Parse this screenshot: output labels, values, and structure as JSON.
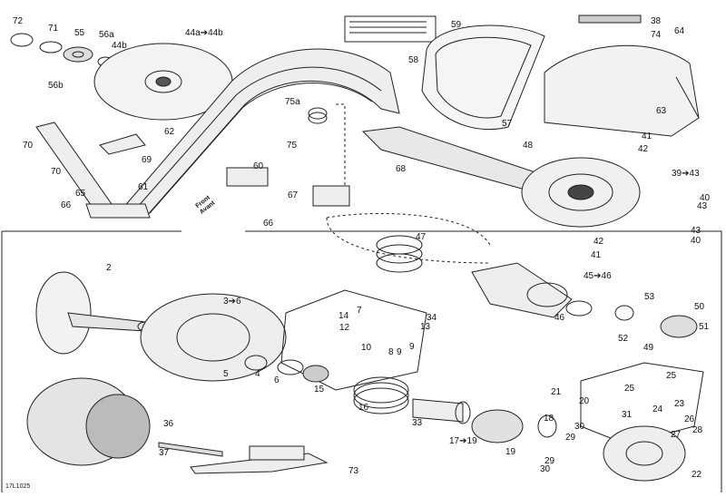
{
  "diagram_code": "17L1025",
  "front_arrow": {
    "line1": "Front",
    "line2": "Avant"
  },
  "callouts": [
    {
      "id": "c72",
      "text": "72"
    },
    {
      "id": "c71",
      "text": "71"
    },
    {
      "id": "c55",
      "text": "55"
    },
    {
      "id": "c56a",
      "text": "56a"
    },
    {
      "id": "c44b",
      "text": "44b"
    },
    {
      "id": "c56b",
      "text": "56b"
    },
    {
      "id": "c44a",
      "text": "44a➔44b"
    },
    {
      "id": "c59",
      "text": "59"
    },
    {
      "id": "c38",
      "text": "38"
    },
    {
      "id": "c74",
      "text": "74"
    },
    {
      "id": "c64",
      "text": "64"
    },
    {
      "id": "c58",
      "text": "58"
    },
    {
      "id": "c75a",
      "text": "75a"
    },
    {
      "id": "c75",
      "text": "75"
    },
    {
      "id": "c57",
      "text": "57"
    },
    {
      "id": "c63",
      "text": "63"
    },
    {
      "id": "c62",
      "text": "62"
    },
    {
      "id": "c70a",
      "text": "70"
    },
    {
      "id": "c69",
      "text": "69"
    },
    {
      "id": "c70b",
      "text": "70"
    },
    {
      "id": "c61",
      "text": "61"
    },
    {
      "id": "c60",
      "text": "60"
    },
    {
      "id": "c65",
      "text": "65"
    },
    {
      "id": "c66a",
      "text": "66"
    },
    {
      "id": "c67",
      "text": "67"
    },
    {
      "id": "c66b",
      "text": "66"
    },
    {
      "id": "c68",
      "text": "68"
    },
    {
      "id": "c48",
      "text": "48"
    },
    {
      "id": "c41a",
      "text": "41"
    },
    {
      "id": "c42a",
      "text": "42"
    },
    {
      "id": "c39",
      "text": "39➔43"
    },
    {
      "id": "c40a",
      "text": "40"
    },
    {
      "id": "c43a",
      "text": "43"
    },
    {
      "id": "c43b",
      "text": "43"
    },
    {
      "id": "c40b",
      "text": "40"
    },
    {
      "id": "c47",
      "text": "47"
    },
    {
      "id": "c42b",
      "text": "42"
    },
    {
      "id": "c41b",
      "text": "41"
    },
    {
      "id": "c45",
      "text": "45➔46"
    },
    {
      "id": "c2",
      "text": "2"
    },
    {
      "id": "c3",
      "text": "3➔6"
    },
    {
      "id": "c7",
      "text": "7"
    },
    {
      "id": "c14",
      "text": "14"
    },
    {
      "id": "c34",
      "text": "34"
    },
    {
      "id": "c13",
      "text": "13"
    },
    {
      "id": "c12",
      "text": "12"
    },
    {
      "id": "c10",
      "text": "10"
    },
    {
      "id": "c9a",
      "text": "9"
    },
    {
      "id": "c8",
      "text": "8"
    },
    {
      "id": "c9b",
      "text": "9"
    },
    {
      "id": "c53",
      "text": "53"
    },
    {
      "id": "c50",
      "text": "50"
    },
    {
      "id": "c51",
      "text": "51"
    },
    {
      "id": "c46",
      "text": "46"
    },
    {
      "id": "c52",
      "text": "52"
    },
    {
      "id": "c49",
      "text": "49"
    },
    {
      "id": "c5",
      "text": "5"
    },
    {
      "id": "c4",
      "text": "4"
    },
    {
      "id": "c6",
      "text": "6"
    },
    {
      "id": "c15",
      "text": "15"
    },
    {
      "id": "c16",
      "text": "16"
    },
    {
      "id": "c33",
      "text": "33"
    },
    {
      "id": "c21",
      "text": "21"
    },
    {
      "id": "c20",
      "text": "20"
    },
    {
      "id": "c25a",
      "text": "25"
    },
    {
      "id": "c25b",
      "text": "25"
    },
    {
      "id": "c23",
      "text": "23"
    },
    {
      "id": "c24",
      "text": "24"
    },
    {
      "id": "c18",
      "text": "18"
    },
    {
      "id": "c30a",
      "text": "30"
    },
    {
      "id": "c31",
      "text": "31"
    },
    {
      "id": "c26",
      "text": "26"
    },
    {
      "id": "c29a",
      "text": "29"
    },
    {
      "id": "c27",
      "text": "27"
    },
    {
      "id": "c28",
      "text": "28"
    },
    {
      "id": "c36",
      "text": "36"
    },
    {
      "id": "c17",
      "text": "17➔19"
    },
    {
      "id": "c37",
      "text": "37"
    },
    {
      "id": "c19",
      "text": "19"
    },
    {
      "id": "c29b",
      "text": "29"
    },
    {
      "id": "c30b",
      "text": "30"
    },
    {
      "id": "c73",
      "text": "73"
    },
    {
      "id": "c22",
      "text": "22"
    }
  ]
}
